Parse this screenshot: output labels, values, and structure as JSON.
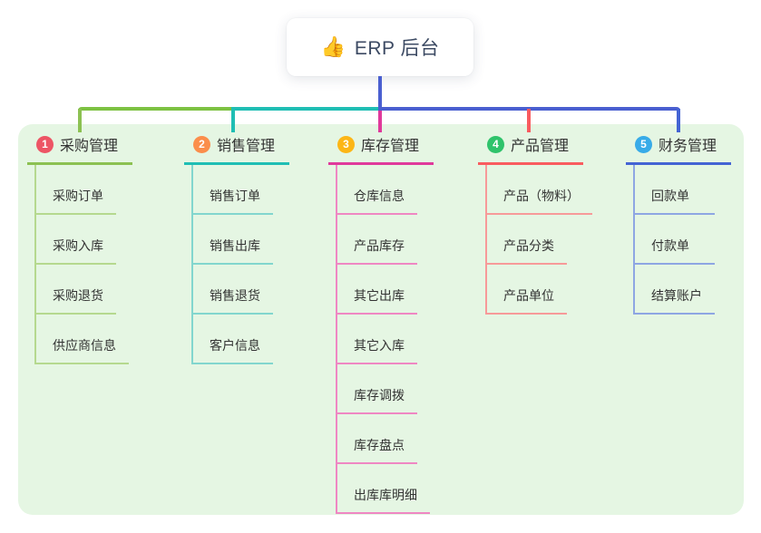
{
  "root": {
    "title": "ERP 后台",
    "icon_glyph": "👍"
  },
  "colors": {
    "canvas_bg": "#ffffff",
    "panel_bg": "#e5f6e3",
    "stem_blue": "#4a5fd0",
    "bus_green": "#7dc242",
    "bus_teal": "#1fbeb4",
    "bus_blue": "#4a5fd0",
    "text": "#333333",
    "root_text": "#3c4a63"
  },
  "branches": [
    {
      "index": "1",
      "label": "采购管理",
      "badge_color": "#ed5565",
      "line_color": "#8cc152",
      "child_line_color": "#b5d98f",
      "children": [
        "采购订单",
        "采购入库",
        "采购退货",
        "供应商信息"
      ]
    },
    {
      "index": "2",
      "label": "销售管理",
      "badge_color": "#fb8e4b",
      "line_color": "#1fbeb4",
      "child_line_color": "#82d6ce",
      "children": [
        "销售订单",
        "销售出库",
        "销售退货",
        "客户信息"
      ]
    },
    {
      "index": "3",
      "label": "库存管理",
      "badge_color": "#fcb616",
      "line_color": "#e0399b",
      "child_line_color": "#ef87c3",
      "children": [
        "仓库信息",
        "产品库存",
        "其它出库",
        "其它入库",
        "库存调拨",
        "库存盘点",
        "出库库明细"
      ]
    },
    {
      "index": "4",
      "label": "产品管理",
      "badge_color": "#2fc36b",
      "line_color": "#f95b5f",
      "child_line_color": "#f79a99",
      "children": [
        "产品（物料）",
        "产品分类",
        "产品单位"
      ]
    },
    {
      "index": "5",
      "label": "财务管理",
      "badge_color": "#38abe8",
      "line_color": "#4464d4",
      "child_line_color": "#8ea6e3",
      "children": [
        "回款单",
        "付款单",
        "结算账户"
      ]
    }
  ]
}
